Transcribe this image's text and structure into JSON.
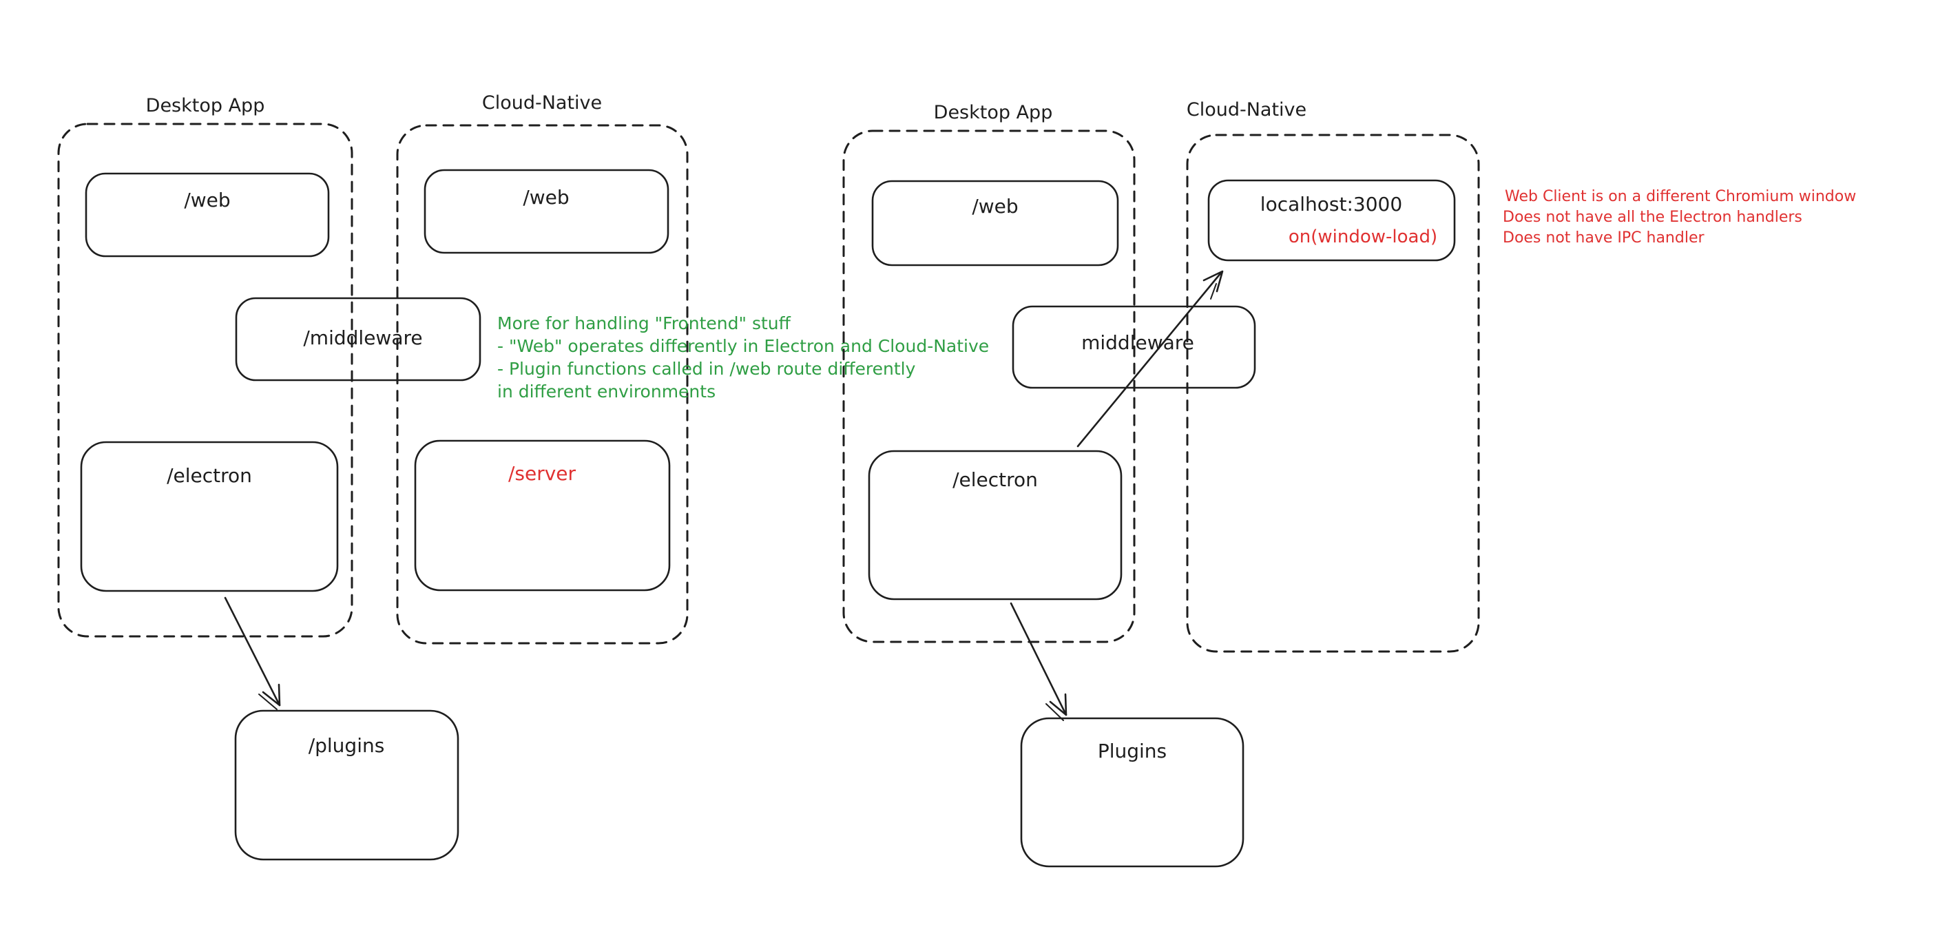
{
  "colors": {
    "ink": "#1e1e1e",
    "red": "#e03131",
    "green": "#2f9e44",
    "background": "#ffffff"
  },
  "left_group": {
    "desktop_container_label": "Desktop App",
    "cloud_container_label": "Cloud-Native",
    "desktop_web_box": "/web",
    "cloud_web_box": "/web",
    "middleware_box": "/middleware",
    "desktop_electron_box": "/electron",
    "cloud_server_box": "/server",
    "plugins_box": "/plugins",
    "green_note_lines": [
      "More for handling \"Frontend\" stuff",
      "- \"Web\" operates differently in Electron and Cloud-Native",
      "- Plugin functions called in /web route differently",
      "in different environments"
    ]
  },
  "right_group": {
    "desktop_container_label": "Desktop App",
    "cloud_container_label": "Cloud-Native",
    "desktop_web_box": "/web",
    "localhost_box": "localhost:3000",
    "localhost_box_sub": "on(window-load)",
    "middleware_box": "middleware",
    "desktop_electron_box": "/electron",
    "plugins_box": "Plugins",
    "red_note_lines": [
      "Web Client is on a different Chromium window",
      "Does not have all the Electron handlers",
      "Does not have IPC handler"
    ]
  }
}
